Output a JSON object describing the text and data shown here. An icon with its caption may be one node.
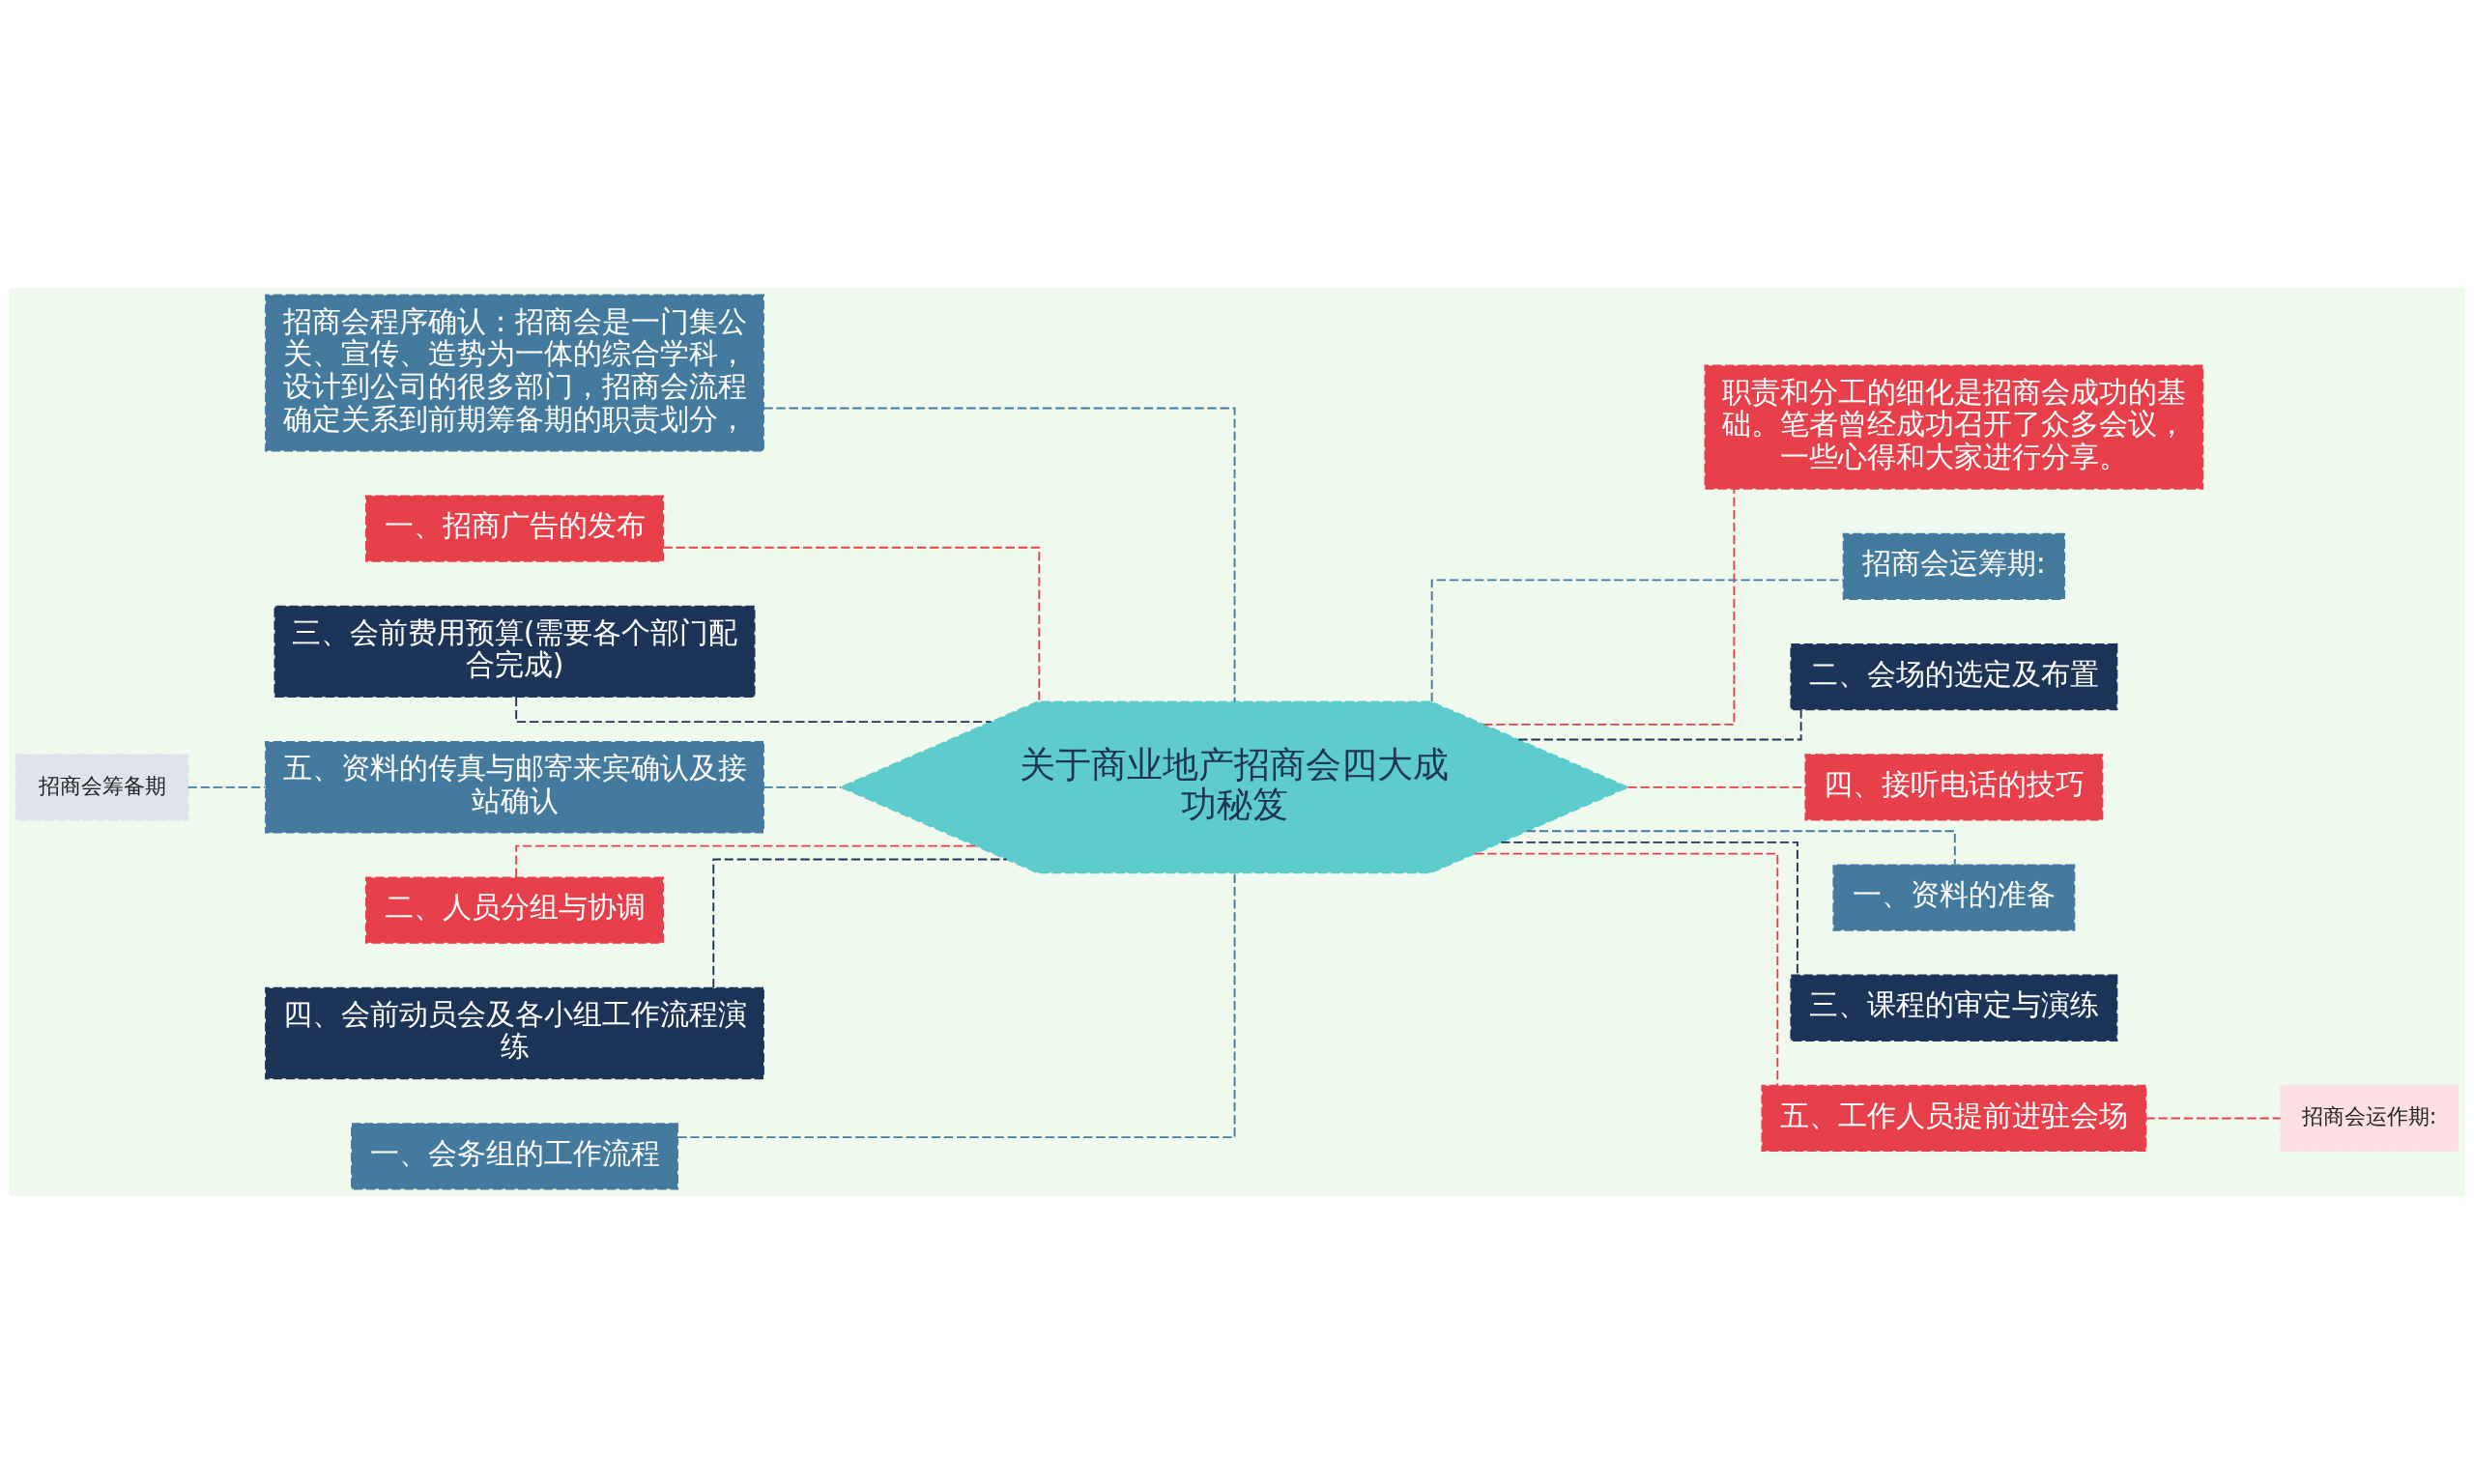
{
  "diagram": {
    "nodes": [
      {
        "text": [
          "关于商业地产招商会四大成功秘笈"
        ]
      },
      {
        "text": [
          "招商会程序确认：招商会是一门集公关、宣传、造势为一体的综合学科，设计到公司的很多部门，招商会流程确定关系到前期筹备期的职责划分，"
        ]
      },
      {
        "text": [
          "一、招商广告的发布"
        ]
      },
      {
        "text": [
          "三、会前费用预算(需要各个部门配合完成)"
        ]
      },
      {
        "text": [
          "五、资料的传真与邮寄来宾确认及接站确认"
        ]
      },
      {
        "text": [
          "招商会筹备期"
        ]
      },
      {
        "text": [
          "二、人员分组与协调"
        ]
      },
      {
        "text": [
          "四、会前动员会及各小组工作流程演练"
        ]
      },
      {
        "text": [
          "一、会务组的工作流程"
        ]
      },
      {
        "text": [
          "职责和分工的细化是招商会成功的基础。笔者曾经成功召开了众多会议，一些心得和大家进行分享。"
        ]
      },
      {
        "text": [
          "招商会运筹期:"
        ]
      },
      {
        "text": [
          "二、会场的选定及布置"
        ]
      },
      {
        "text": [
          "四、接听电话的技巧"
        ]
      },
      {
        "text": [
          "一、资料的准备"
        ]
      },
      {
        "text": [
          "三、课程的审定与演练"
        ]
      },
      {
        "text": [
          "五、工作人员提前进驻会场"
        ]
      },
      {
        "text": [
          "招商会运作期:"
        ]
      }
    ],
    "edges": [
      {
        "from": 0,
        "to": 1,
        "arrow": "none",
        "style": "dashed"
      },
      {
        "from": 0,
        "to": 2,
        "arrow": "none",
        "style": "dashed",
        "color": "#e8404b"
      },
      {
        "from": 0,
        "to": 3,
        "arrow": "none",
        "style": "dashed",
        "color": "#1c3457"
      },
      {
        "from": 0,
        "to": 4,
        "arrow": "none",
        "style": "dashed"
      },
      {
        "from": 4,
        "to": 5,
        "arrow": "none",
        "style": "dashed"
      },
      {
        "from": 0,
        "to": 6,
        "arrow": "none",
        "style": "dashed",
        "color": "#e8404b"
      },
      {
        "from": 0,
        "to": 7,
        "arrow": "none",
        "style": "dashed",
        "color": "#1c3457"
      },
      {
        "from": 0,
        "to": 8,
        "arrow": "none",
        "style": "dashed"
      },
      {
        "from": 0,
        "to": 9,
        "arrow": "none",
        "style": "dashed",
        "color": "#e8404b"
      },
      {
        "from": 0,
        "to": 10,
        "arrow": "none",
        "style": "dashed"
      },
      {
        "from": 0,
        "to": 11,
        "arrow": "none",
        "style": "dashed",
        "color": "#1c3457"
      },
      {
        "from": 0,
        "to": 12,
        "arrow": "none",
        "style": "dashed",
        "color": "#e8404b"
      },
      {
        "from": 0,
        "to": 13,
        "arrow": "none",
        "style": "dashed"
      },
      {
        "from": 0,
        "to": 14,
        "arrow": "none",
        "style": "dashed",
        "color": "#1c3457"
      },
      {
        "from": 0,
        "to": 15,
        "arrow": "none",
        "style": "dashed",
        "color": "#e8404b"
      },
      {
        "from": 15,
        "to": 16,
        "arrow": "none",
        "style": "dashed",
        "color": "#e8404b"
      }
    ]
  }
}
